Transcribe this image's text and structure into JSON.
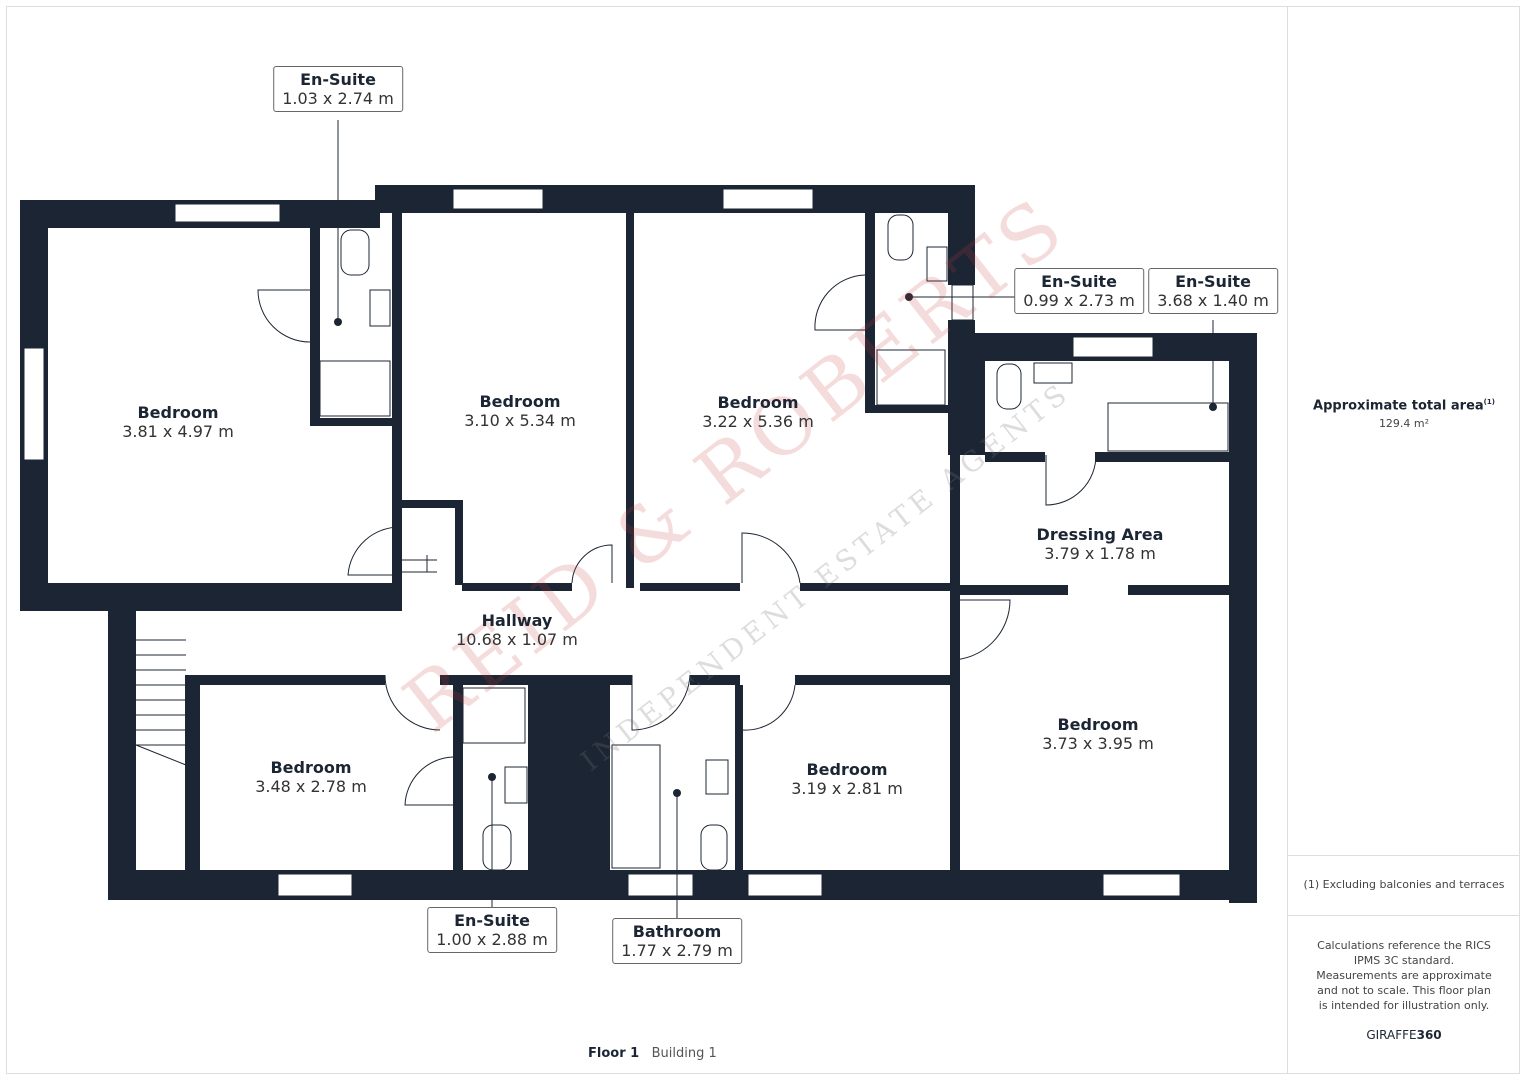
{
  "watermark": {
    "brand": "REID & ROBERTS",
    "tagline": "INDEPENDENT ESTATE AGENTS"
  },
  "rooms": [
    {
      "name": "Bedroom",
      "dims": "3.81 x 4.97 m"
    },
    {
      "name": "Bedroom",
      "dims": "3.10 x 5.34 m"
    },
    {
      "name": "Bedroom",
      "dims": "3.22 x 5.36 m"
    },
    {
      "name": "Dressing Area",
      "dims": "3.79 x 1.78 m"
    },
    {
      "name": "Hallway",
      "dims": "10.68 x 1.07 m"
    },
    {
      "name": "Bedroom",
      "dims": "3.48 x 2.78 m"
    },
    {
      "name": "Bedroom",
      "dims": "3.19 x 2.81 m"
    },
    {
      "name": "Bedroom",
      "dims": "3.73 x 3.95 m"
    }
  ],
  "callouts": [
    {
      "name": "En-Suite",
      "dims": "1.03 x 2.74 m"
    },
    {
      "name": "En-Suite",
      "dims": "0.99 x 2.73 m"
    },
    {
      "name": "En-Suite",
      "dims": "3.68 x 1.40 m"
    },
    {
      "name": "En-Suite",
      "dims": "1.00 x 2.88 m"
    },
    {
      "name": "Bathroom",
      "dims": "1.77 x 2.79 m"
    }
  ],
  "footer": {
    "floor": "Floor 1",
    "building": "Building 1"
  },
  "panel": {
    "area_label": "Approximate total area",
    "area_sup": "(1)",
    "area_value": "129.4 m²",
    "footnote": "(1) Excluding balconies and terraces",
    "disclaimer": "Calculations reference the RICS IPMS 3C standard. Measurements are approximate and not to scale. This floor plan is intended for illustration only.",
    "brand_a": "GIRAFFE",
    "brand_b": "360"
  },
  "colors": {
    "wall": "#1c2533",
    "watermark": "#c83c3c"
  }
}
